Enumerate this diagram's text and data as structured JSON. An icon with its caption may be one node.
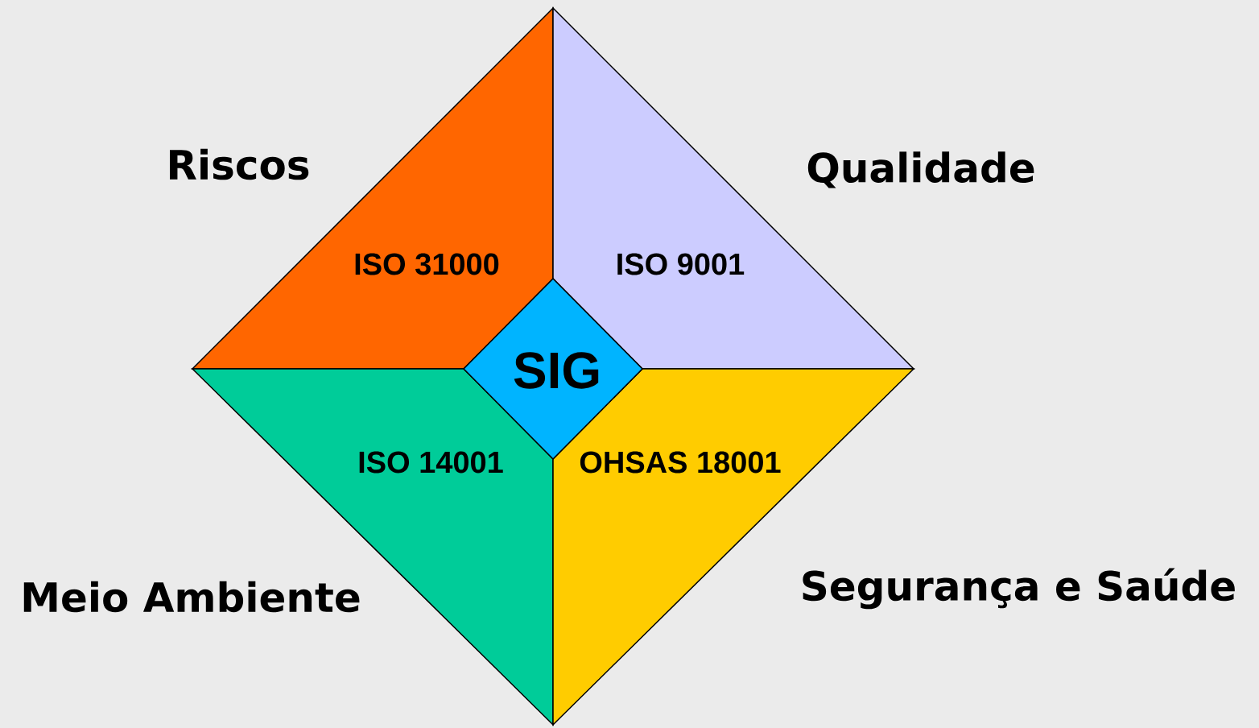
{
  "diagram": {
    "nodes": [
      {
        "text": [
          "ISO 31000"
        ],
        "beside": [
          "Riscos"
        ]
      },
      {
        "text": [
          "ISO 9001"
        ],
        "beside": [
          "Qualidade"
        ]
      },
      {
        "text": [
          "ISO 14001"
        ],
        "beside": [
          "Meio Ambiente"
        ]
      },
      {
        "text": [
          "OHSAS 18001"
        ],
        "beside": [
          "Segurança e Saúde"
        ]
      },
      {
        "text": [
          "SIG"
        ]
      }
    ]
  }
}
